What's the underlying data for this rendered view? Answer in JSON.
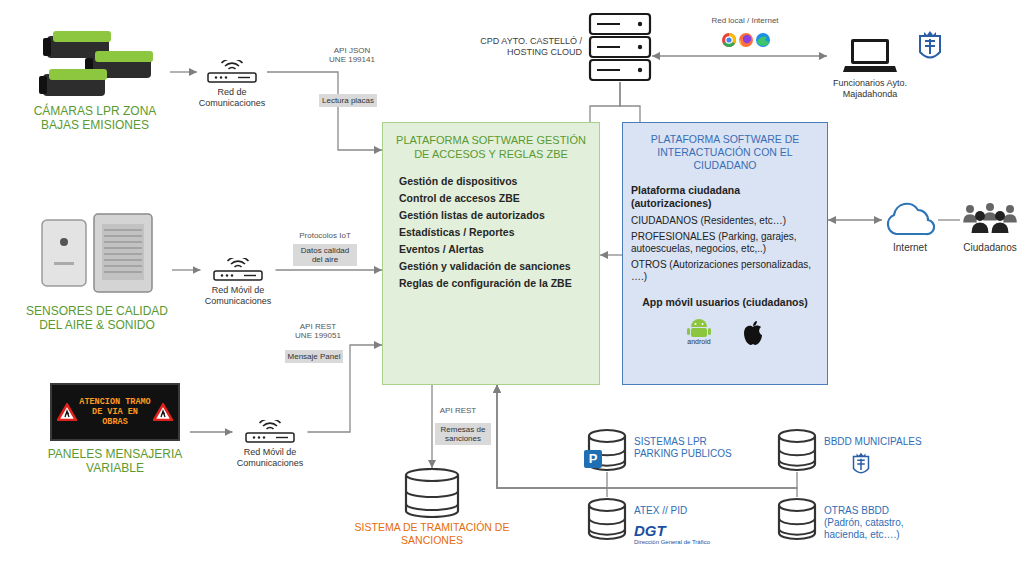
{
  "diagram": {
    "nodes": [
      {
        "text": [
          "CÁMARAS LPR ZONA BAJAS EMISIONES"
        ]
      },
      {
        "text": [
          "Red de Comunicaciones"
        ]
      },
      {
        "text": [
          "SENSORES DE CALIDAD DEL AIRE & SONIDO"
        ]
      },
      {
        "text": [
          "Red Móvil de Comunicaciones"
        ]
      },
      {
        "text": [
          "ATENCION TRAMO DE VIA EN OBRAS",
          "PANELES MENSAJERIA VARIABLE"
        ]
      },
      {
        "text": [
          "Red Móvil de Comunicaciones"
        ]
      },
      {
        "text": [
          "CPD AYTO. CASTELLÓ / HOSTING CLOUD"
        ]
      },
      {
        "text": [
          "Funcionarios Ayto. Majadahonda"
        ]
      },
      {
        "text": [
          "PLATAFORMA SOFTWARE GESTIÓN DE ACCESOS Y REGLAS ZBE",
          "Gestión de dispositivos",
          "Control de accesos ZBE",
          "Gestión listas de autorizados",
          "Estadísticas / Reportes",
          "Eventos / Alertas",
          "Gestión y validación de sanciones",
          "Reglas de configuración de la ZBE"
        ]
      },
      {
        "text": [
          "PLATAFORMA SOFTWARE DE INTERACTUACIÓN CON EL CIUDADANO",
          "Plataforma ciudadana (autorizaciones)",
          "CIUDADANOS (Residentes, etc…)",
          "PROFESIONALES (Parking, garajes, autoescuelas, negocios, etc,..)",
          "OTROS (Autorizaciones personalizadas, ….)",
          "App móvil usuarios (ciudadanos)",
          "android"
        ]
      },
      {
        "text": [
          "Internet"
        ]
      },
      {
        "text": [
          "Ciudadanos"
        ]
      },
      {
        "text": [
          "SISTEMA DE TRAMITACIÓN DE SANCIONES"
        ]
      },
      {
        "text": [
          "P",
          "SISTEMAS LPR PARKING PUBLICOS"
        ]
      },
      {
        "text": [
          "BBDD MUNICIPALES"
        ]
      },
      {
        "text": [
          "ATEX // PID",
          "DGT",
          "Dirección General de Tráfico"
        ]
      },
      {
        "text": [
          "OTRAS BBDD (Padrón, catastro, hacienda, etc….)"
        ]
      }
    ],
    "edges": [
      {
        "from": 0,
        "to": 1,
        "arrow": "to"
      },
      {
        "from": 1,
        "to": 8,
        "arrow": "to",
        "label": "Lectura placas"
      },
      {
        "from": 2,
        "to": 3,
        "arrow": "to"
      },
      {
        "from": 3,
        "to": 8,
        "arrow": "to",
        "label": "Datos calidad del aire"
      },
      {
        "from": 4,
        "to": 5,
        "arrow": "to"
      },
      {
        "from": 5,
        "to": 8,
        "arrow": "to",
        "label": "Mensaje Panel"
      },
      {
        "from": 6,
        "to": 7,
        "arrow": "both",
        "label": "Red local / Internet"
      },
      {
        "from": 6,
        "to": 8,
        "arrow": "none"
      },
      {
        "from": 6,
        "to": 9,
        "arrow": "none"
      },
      {
        "from": 8,
        "to": 12,
        "arrow": "to",
        "label": "Remesas de sanciones"
      },
      {
        "from": 9,
        "to": 8,
        "arrow": "to"
      },
      {
        "from": 9,
        "to": 10,
        "arrow": "both"
      },
      {
        "from": 10,
        "to": 11,
        "arrow": "none"
      },
      {
        "from": 13,
        "to": 8,
        "arrow": "to"
      },
      {
        "from": 14,
        "to": 8,
        "arrow": "to"
      },
      {
        "from": 15,
        "to": 8,
        "arrow": "to"
      },
      {
        "from": 16,
        "to": 8,
        "arrow": "to"
      }
    ],
    "labels": [
      "API JSON UNE 199141",
      "Protocolos IoT",
      "API REST UNE 199051",
      "API REST"
    ]
  }
}
